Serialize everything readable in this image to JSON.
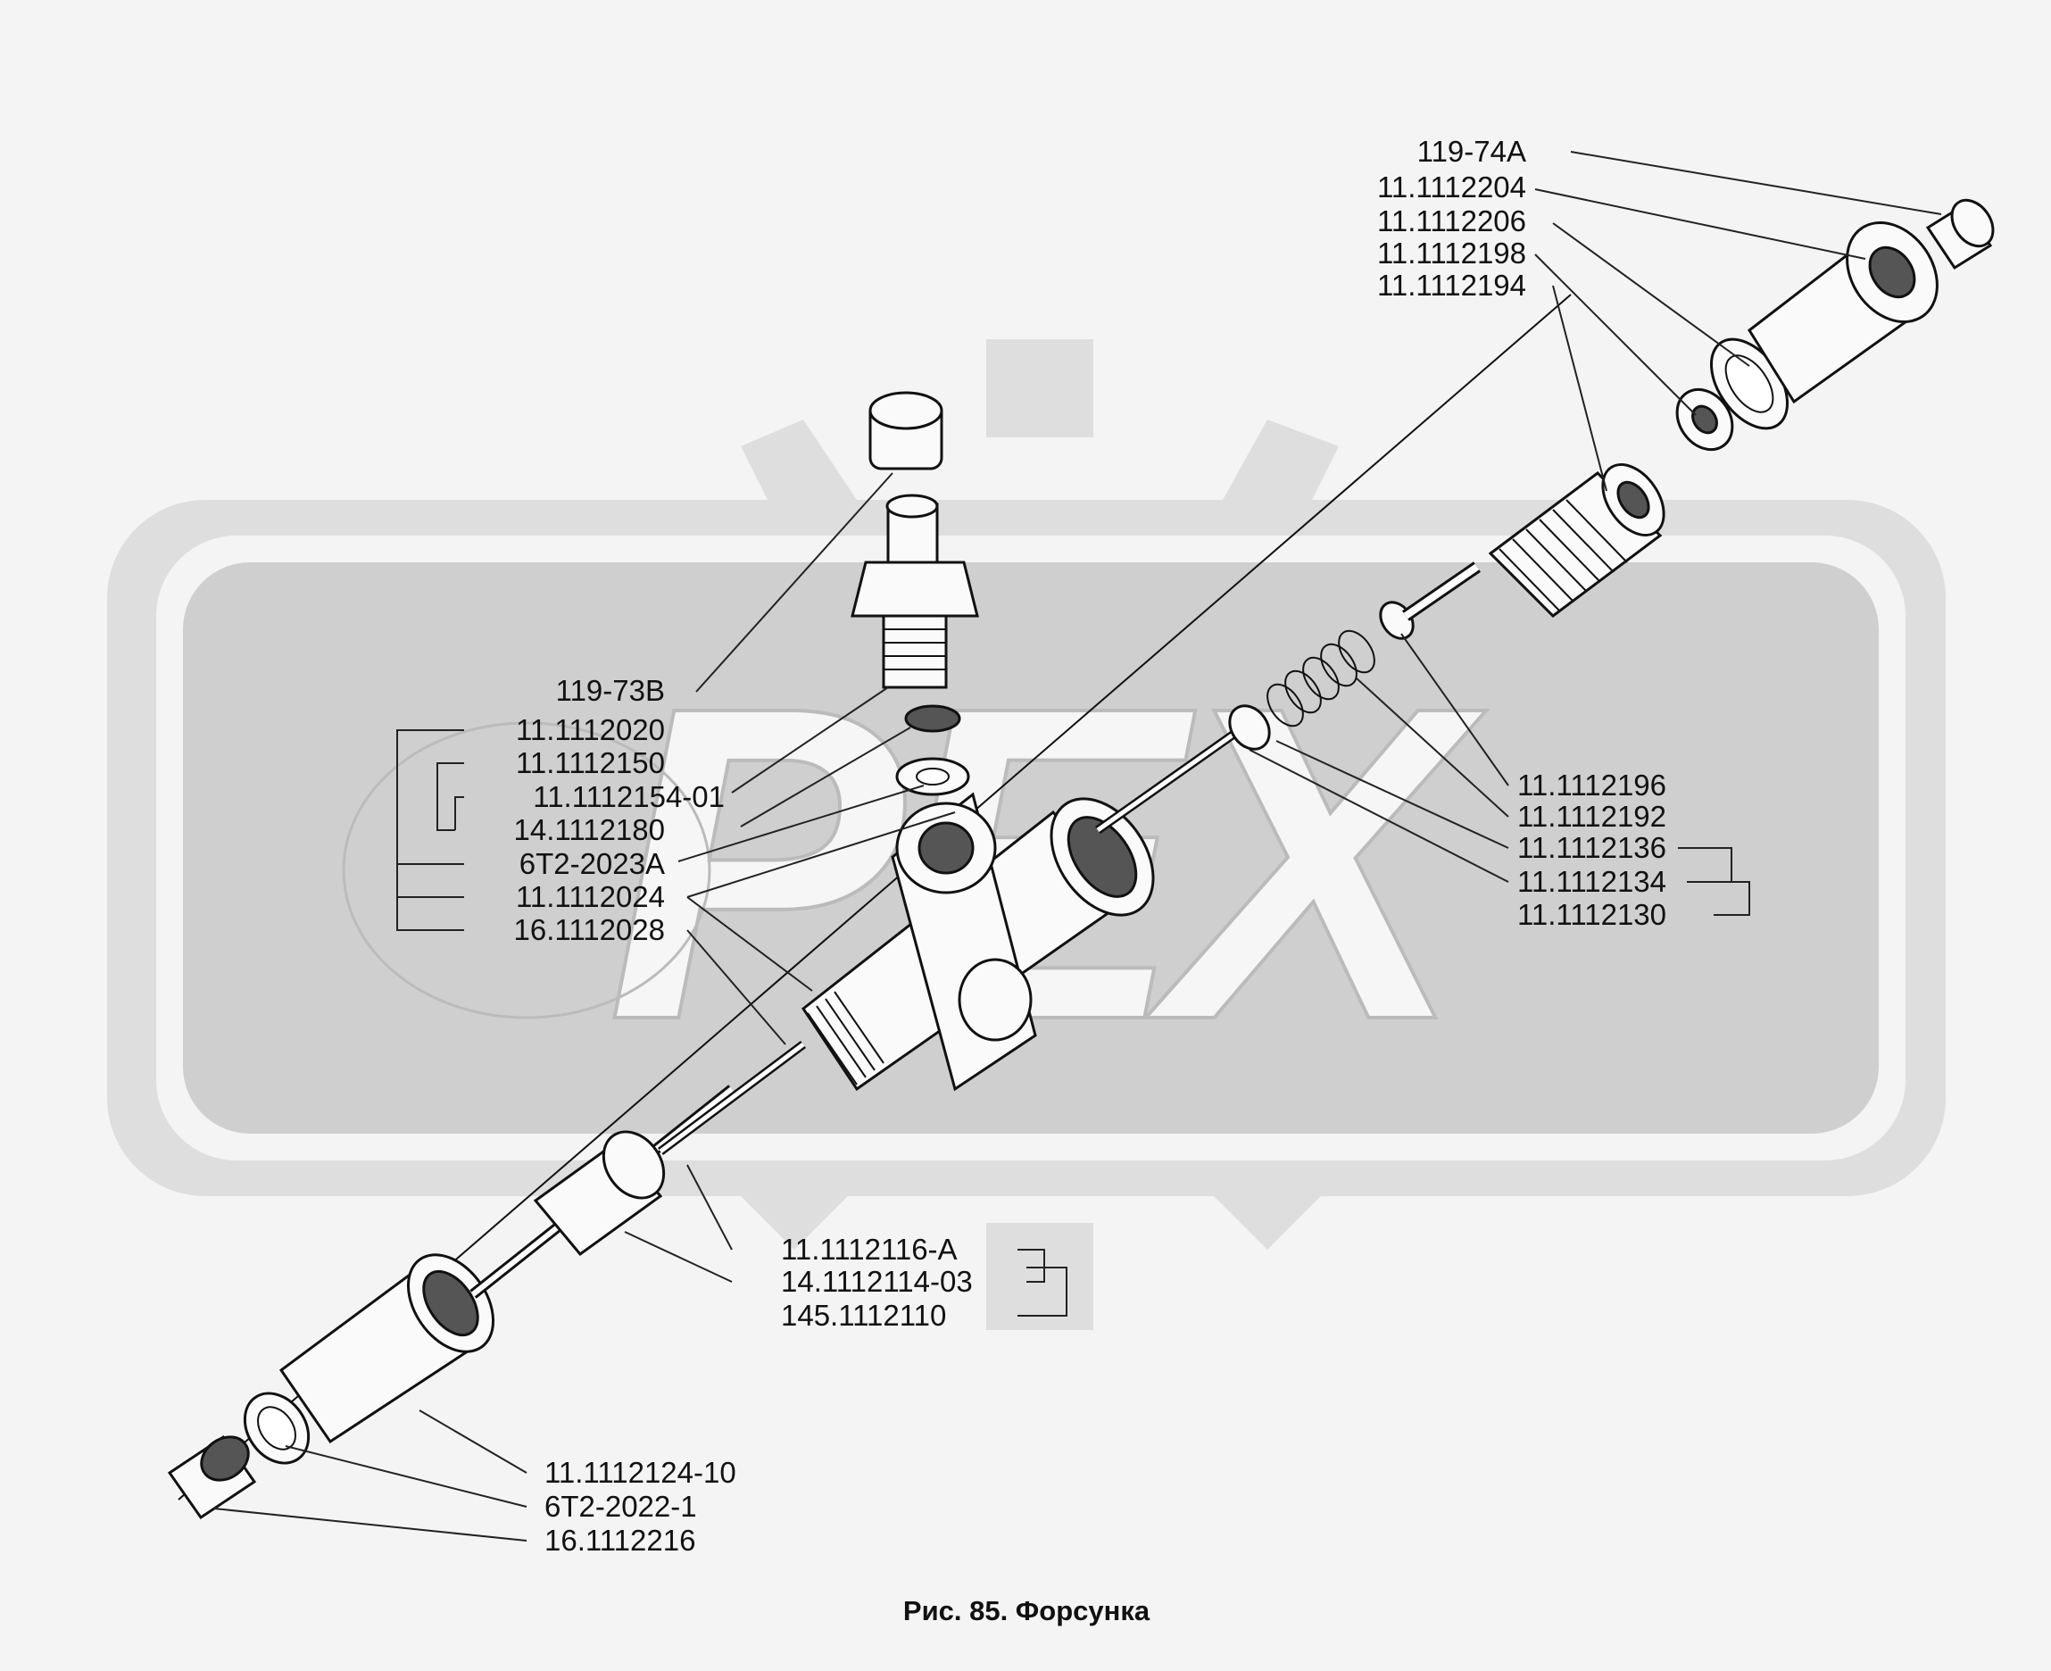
{
  "diagram": {
    "caption": "Рис. 85. Форсунка",
    "labels": [
      {
        "id": "l1",
        "text": "119-74А"
      },
      {
        "id": "l2",
        "text": "11.1112204"
      },
      {
        "id": "l3",
        "text": "11.1112206"
      },
      {
        "id": "l4",
        "text": "11.1112198"
      },
      {
        "id": "l5",
        "text": "11.1112194"
      },
      {
        "id": "l6",
        "text": "119-73В"
      },
      {
        "id": "l7",
        "text": "11.1112020"
      },
      {
        "id": "l8",
        "text": "11.1112150"
      },
      {
        "id": "l9",
        "text": "11.1112154-01"
      },
      {
        "id": "l10",
        "text": "14.1112180"
      },
      {
        "id": "l11",
        "text": "6Т2-2023А"
      },
      {
        "id": "l12",
        "text": "11.1112024"
      },
      {
        "id": "l13",
        "text": "16.1112028"
      },
      {
        "id": "l14",
        "text": "11.1112196"
      },
      {
        "id": "l15",
        "text": "11.1112192"
      },
      {
        "id": "l16",
        "text": "11.1112136"
      },
      {
        "id": "l17",
        "text": "11.1112134"
      },
      {
        "id": "l18",
        "text": "11.1112130"
      },
      {
        "id": "l19",
        "text": "11.1112116-А"
      },
      {
        "id": "l20",
        "text": "14.1112114-03"
      },
      {
        "id": "l21",
        "text": "145.1112110"
      },
      {
        "id": "l22",
        "text": "11.1112124-10"
      },
      {
        "id": "l23",
        "text": "6Т2-2022-1"
      },
      {
        "id": "l24",
        "text": "16.1112216"
      }
    ]
  },
  "watermark": {
    "text": "PEX",
    "color": "#cfcfcf"
  }
}
